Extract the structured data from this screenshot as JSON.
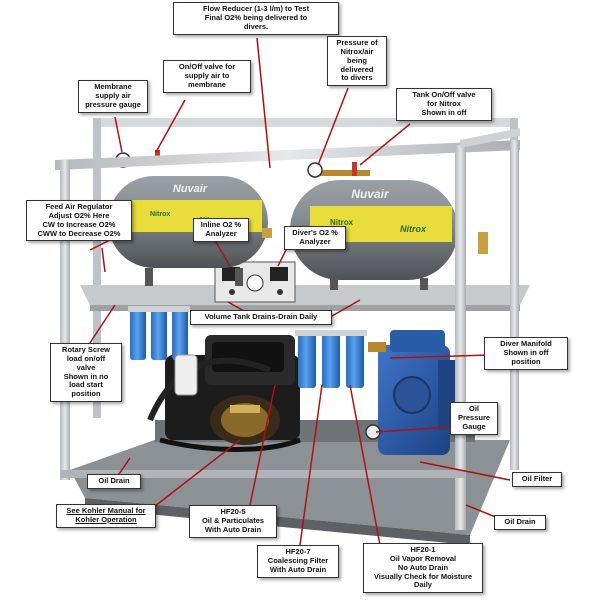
{
  "brand": {
    "tank_logo": "Nuvair",
    "tank_band_text": "Nitrox"
  },
  "labels": {
    "flow_reducer": "Flow Reducer (1-3 l/m) to Test\nFinal O2% being delivered to\ndivers.",
    "onoff_membrane": "On/Off valve for\nsupply air to\nmembrane",
    "membrane_gauge": "Membrane\nsupply air\npressure gauge",
    "pressure_nitrox": "Pressure of\nNitrox/air\nbeing\ndelivered\nto divers",
    "tank_onoff": "Tank On/Off valve\nfor Nitrox\nShown in off",
    "feed_air": "Feed Air Regulator\nAdjust O2% Here\nCW to Increase O2%\nCWW to Decrease O2%",
    "inline_o2": "Inline O2 %\nAnalyzer",
    "divers_o2": "Diver's O2 %\nAnalyzer",
    "volume_tank": "Volume Tank Drains-Drain Daily",
    "rotary_screw": "Rotary Screw\nload on/off\nvalve\nShown in no\nload start\nposition",
    "diver_manifold": "Diver Manifold\nShown in off\nposition",
    "oil_pressure": "Oil\nPressure\nGauge",
    "oil_filter": "Oil Filter",
    "oil_drain_left": "Oil Drain",
    "oil_drain_right": "Oil Drain",
    "kohler": "See Kohler Manual for\nKohler Operation",
    "hf20_5": "HF20-5\nOil & Particulates\nWith Auto Drain",
    "hf20_7": "HF20-7\nCoalescing Filter\nWith Auto Drain",
    "hf20_1": "HF20-1\nOil Vapor Removal\nNo Auto Drain\nVisually Check for Moisture\nDaily"
  },
  "colors": {
    "tank": "#7d8287",
    "tank_band": "#e8dd3a",
    "filter_blue": "#3d86d6",
    "motor_blue": "#2e5fb0",
    "frame": "#c9ccd0",
    "engine": "#1c1c1c",
    "leader": "#b01010"
  }
}
